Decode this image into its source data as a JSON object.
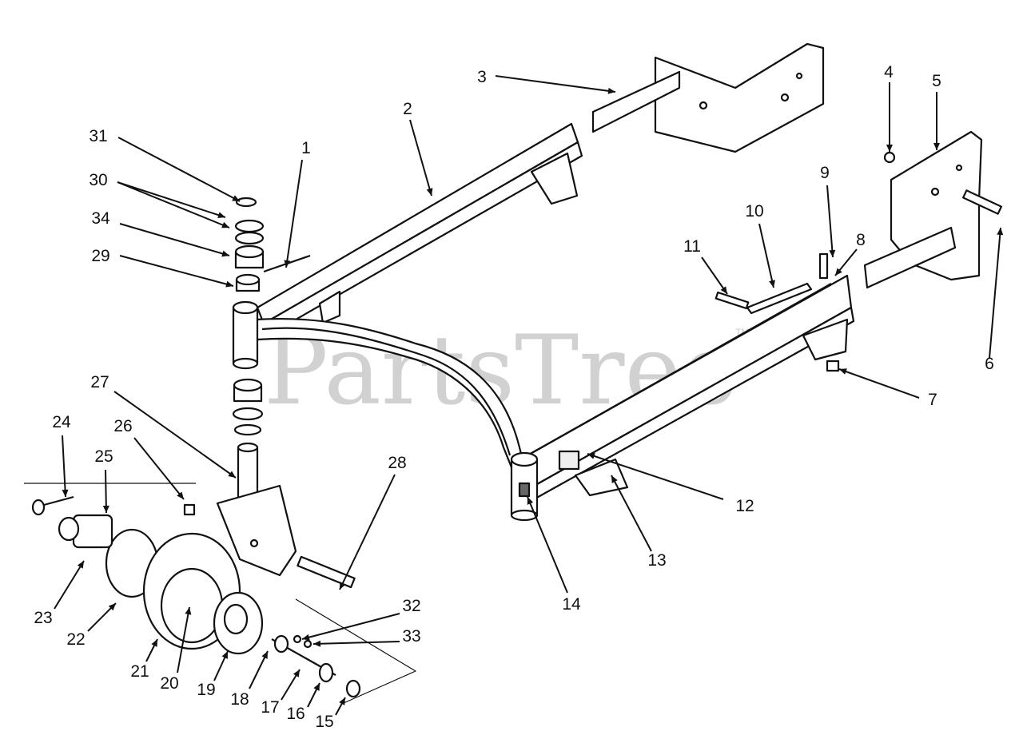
{
  "watermark": {
    "text": "PartsTree",
    "mark": "TM"
  },
  "callouts": [
    "1",
    "2",
    "3",
    "4",
    "5",
    "6",
    "7",
    "8",
    "9",
    "10",
    "11",
    "12",
    "13",
    "14",
    "15",
    "16",
    "17",
    "18",
    "19",
    "20",
    "21",
    "22",
    "23",
    "24",
    "25",
    "26",
    "27",
    "28",
    "29",
    "30",
    "31",
    "32",
    "33",
    "34"
  ]
}
